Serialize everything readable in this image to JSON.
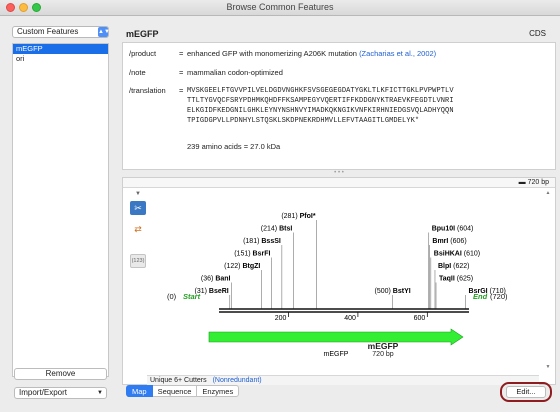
{
  "window": {
    "title": "Browse Common Features"
  },
  "sidebar": {
    "selector": "Custom Features",
    "items": [
      {
        "label": "mEGFP",
        "selected": true
      },
      {
        "label": "ori",
        "selected": false
      }
    ],
    "remove_label": "Remove",
    "import_export_label": "Import/Export"
  },
  "feature": {
    "name": "mEGFP",
    "type": "CDS",
    "product_key": "/product",
    "product_value": "enhanced GFP with monomerizing A206K mutation",
    "product_link": "(Zacharias et al., 2002)",
    "note_key": "/note",
    "note_value": "mammalian codon-optimized",
    "translation_key": "/translation",
    "translation_lines": [
      "MVSKGEELFTGVVPILVELDGDVNGHKFSVSGEGEGDATYGKLTLKFICTTGKLPVPWPTLV",
      "TTLTYGVQCFSRYPDHMKQHDFFKSAMPEGYVQERTIFFKDDGNYKTRAEVKFEGDTLVNRI",
      "ELKGIDFKEDGNILGHKLEYNYNSHNVYIMADKQKNGIKVNFKIRHNIEDGSVQLADHYQQN",
      "TPIGDGPVLLPDNHYLSTQSKLSKDPNEKRDHMVLLEFVTAAGITLGMDELYK*"
    ],
    "summary": "239 amino acids  =  27.0 kDa",
    "equals": "="
  },
  "map": {
    "length_label": "720 bp",
    "title": "mEGFP",
    "subtitle": "720 bp",
    "feature_arrow_label": "mEGFP",
    "start_label": "Start",
    "end_label": "End",
    "start_pos": "(0)",
    "end_pos": "(720)",
    "length": 720,
    "ticks": [
      200,
      400,
      600
    ],
    "sites": [
      {
        "pos": 31,
        "label": "(31)",
        "name": "BseRI",
        "side": "left",
        "row": 0
      },
      {
        "pos": 36,
        "label": "(36)",
        "name": "BanI",
        "side": "left",
        "row": 1
      },
      {
        "pos": 122,
        "label": "(122)",
        "name": "BtgZI",
        "side": "left",
        "row": 2
      },
      {
        "pos": 151,
        "label": "(151)",
        "name": "BsrFI",
        "side": "left",
        "row": 3
      },
      {
        "pos": 181,
        "label": "(181)",
        "name": "BssSI",
        "side": "left",
        "row": 4
      },
      {
        "pos": 214,
        "label": "(214)",
        "name": "BtsI",
        "side": "left",
        "row": 5
      },
      {
        "pos": 281,
        "label": "(281)",
        "name": "PfoI*",
        "side": "left",
        "row": 6
      },
      {
        "pos": 500,
        "label": "(500)",
        "name": "BstYI",
        "side": "mid",
        "row": 0
      },
      {
        "pos": 604,
        "label": "(604)",
        "name": "Bpu10I",
        "side": "right",
        "row": 5
      },
      {
        "pos": 606,
        "label": "(606)",
        "name": "BmrI",
        "side": "right",
        "row": 4
      },
      {
        "pos": 610,
        "label": "(610)",
        "name": "BsiHKAI",
        "side": "right",
        "row": 3
      },
      {
        "pos": 622,
        "label": "(622)",
        "name": "BlpI",
        "side": "right",
        "row": 2
      },
      {
        "pos": 625,
        "label": "(625)",
        "name": "TaqII",
        "side": "right",
        "row": 1
      },
      {
        "pos": 710,
        "label": "(710)",
        "name": "BsrGI",
        "side": "right",
        "row": 0
      }
    ],
    "tool_count_label": "(123)",
    "cutters_label": "Unique 6+ Cutters",
    "cutters_mode": "(Nonredundant)",
    "feature_color": "#33ee33"
  },
  "tabs": [
    {
      "label": "Map",
      "active": true
    },
    {
      "label": "Sequence",
      "active": false
    },
    {
      "label": "Enzymes",
      "active": false
    }
  ],
  "edit_label": "Edit..."
}
